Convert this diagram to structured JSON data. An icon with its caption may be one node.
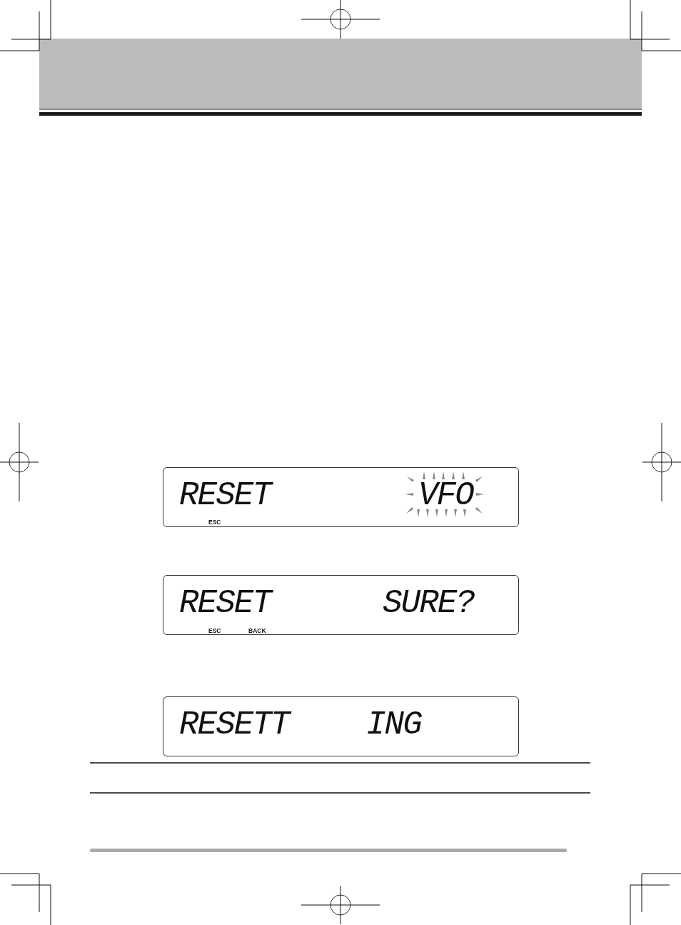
{
  "diagram": {
    "nodes": [
      {
        "text": [
          "RESET",
          "VFO",
          "ESC"
        ]
      },
      {
        "text": [
          "RESET",
          "SURE?",
          "ESC",
          "BACK"
        ]
      },
      {
        "text": [
          "RESETT",
          "ING"
        ]
      }
    ]
  }
}
